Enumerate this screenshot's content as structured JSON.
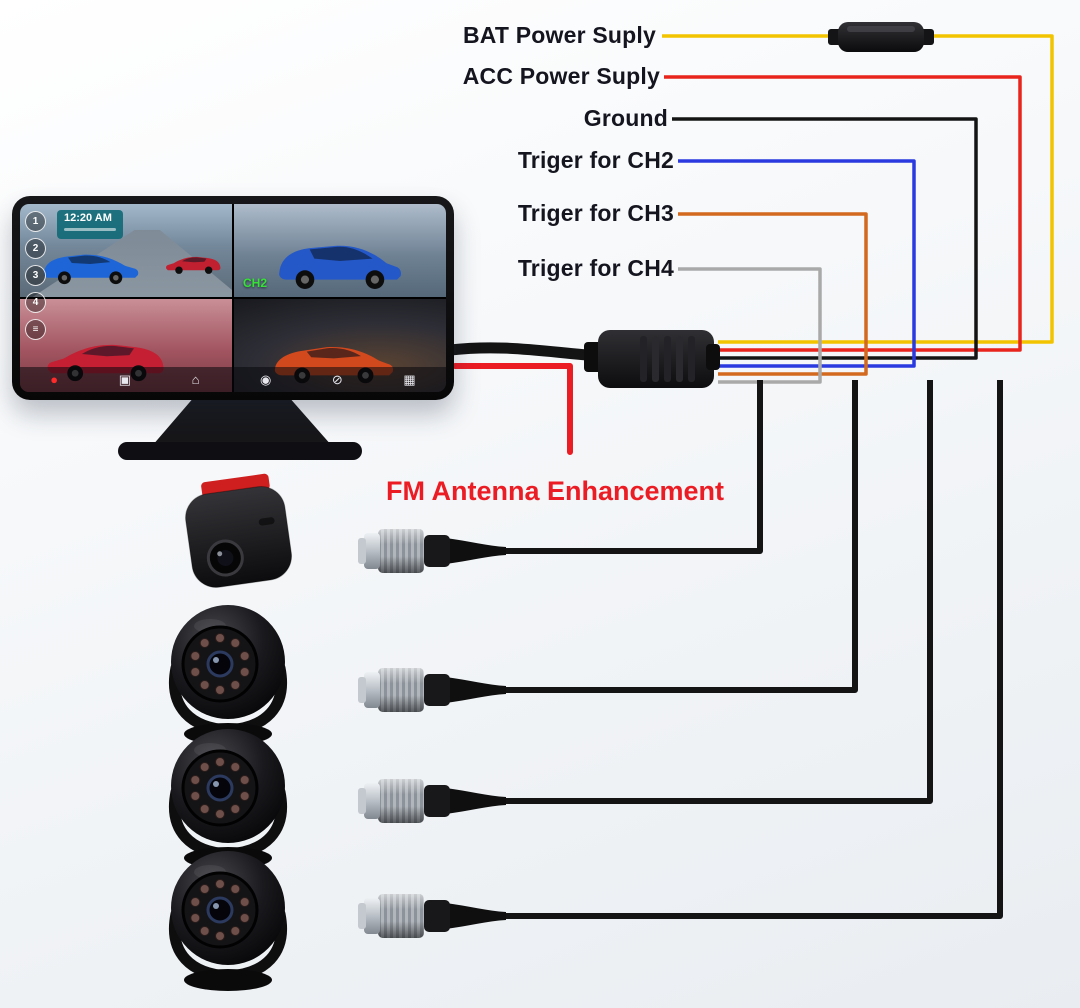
{
  "labels": {
    "bat": {
      "text": "BAT Power Suply",
      "color": "#f2c400"
    },
    "acc": {
      "text": "ACC Power Suply",
      "color": "#e8241d"
    },
    "ground": {
      "text": "Ground",
      "color": "#141414"
    },
    "ch2": {
      "text": "Triger for CH2",
      "color": "#2a3ae0"
    },
    "ch3": {
      "text": "Triger for CH3",
      "color": "#d2691e"
    },
    "ch4": {
      "text": "Triger for CH4",
      "color": "#a9a9a9"
    },
    "fm": {
      "text": "FM Antenna Enhancement",
      "color": "#ec1c24"
    }
  },
  "cable_color": "#141414",
  "monitor": {
    "time": "12:20 AM",
    "ch_overlay": "CH2",
    "rail": [
      "1",
      "2",
      "3",
      "4",
      "≡"
    ],
    "bottom_icons": [
      "●",
      "▣",
      "⌂",
      "◉",
      "⊘",
      "▦"
    ],
    "quads": [
      {
        "car": "#1e66d8",
        "car2": "#c02030"
      },
      {
        "car": "#2458c8"
      },
      {
        "car": "#c41f33"
      },
      {
        "car": "#d2491e"
      }
    ]
  }
}
